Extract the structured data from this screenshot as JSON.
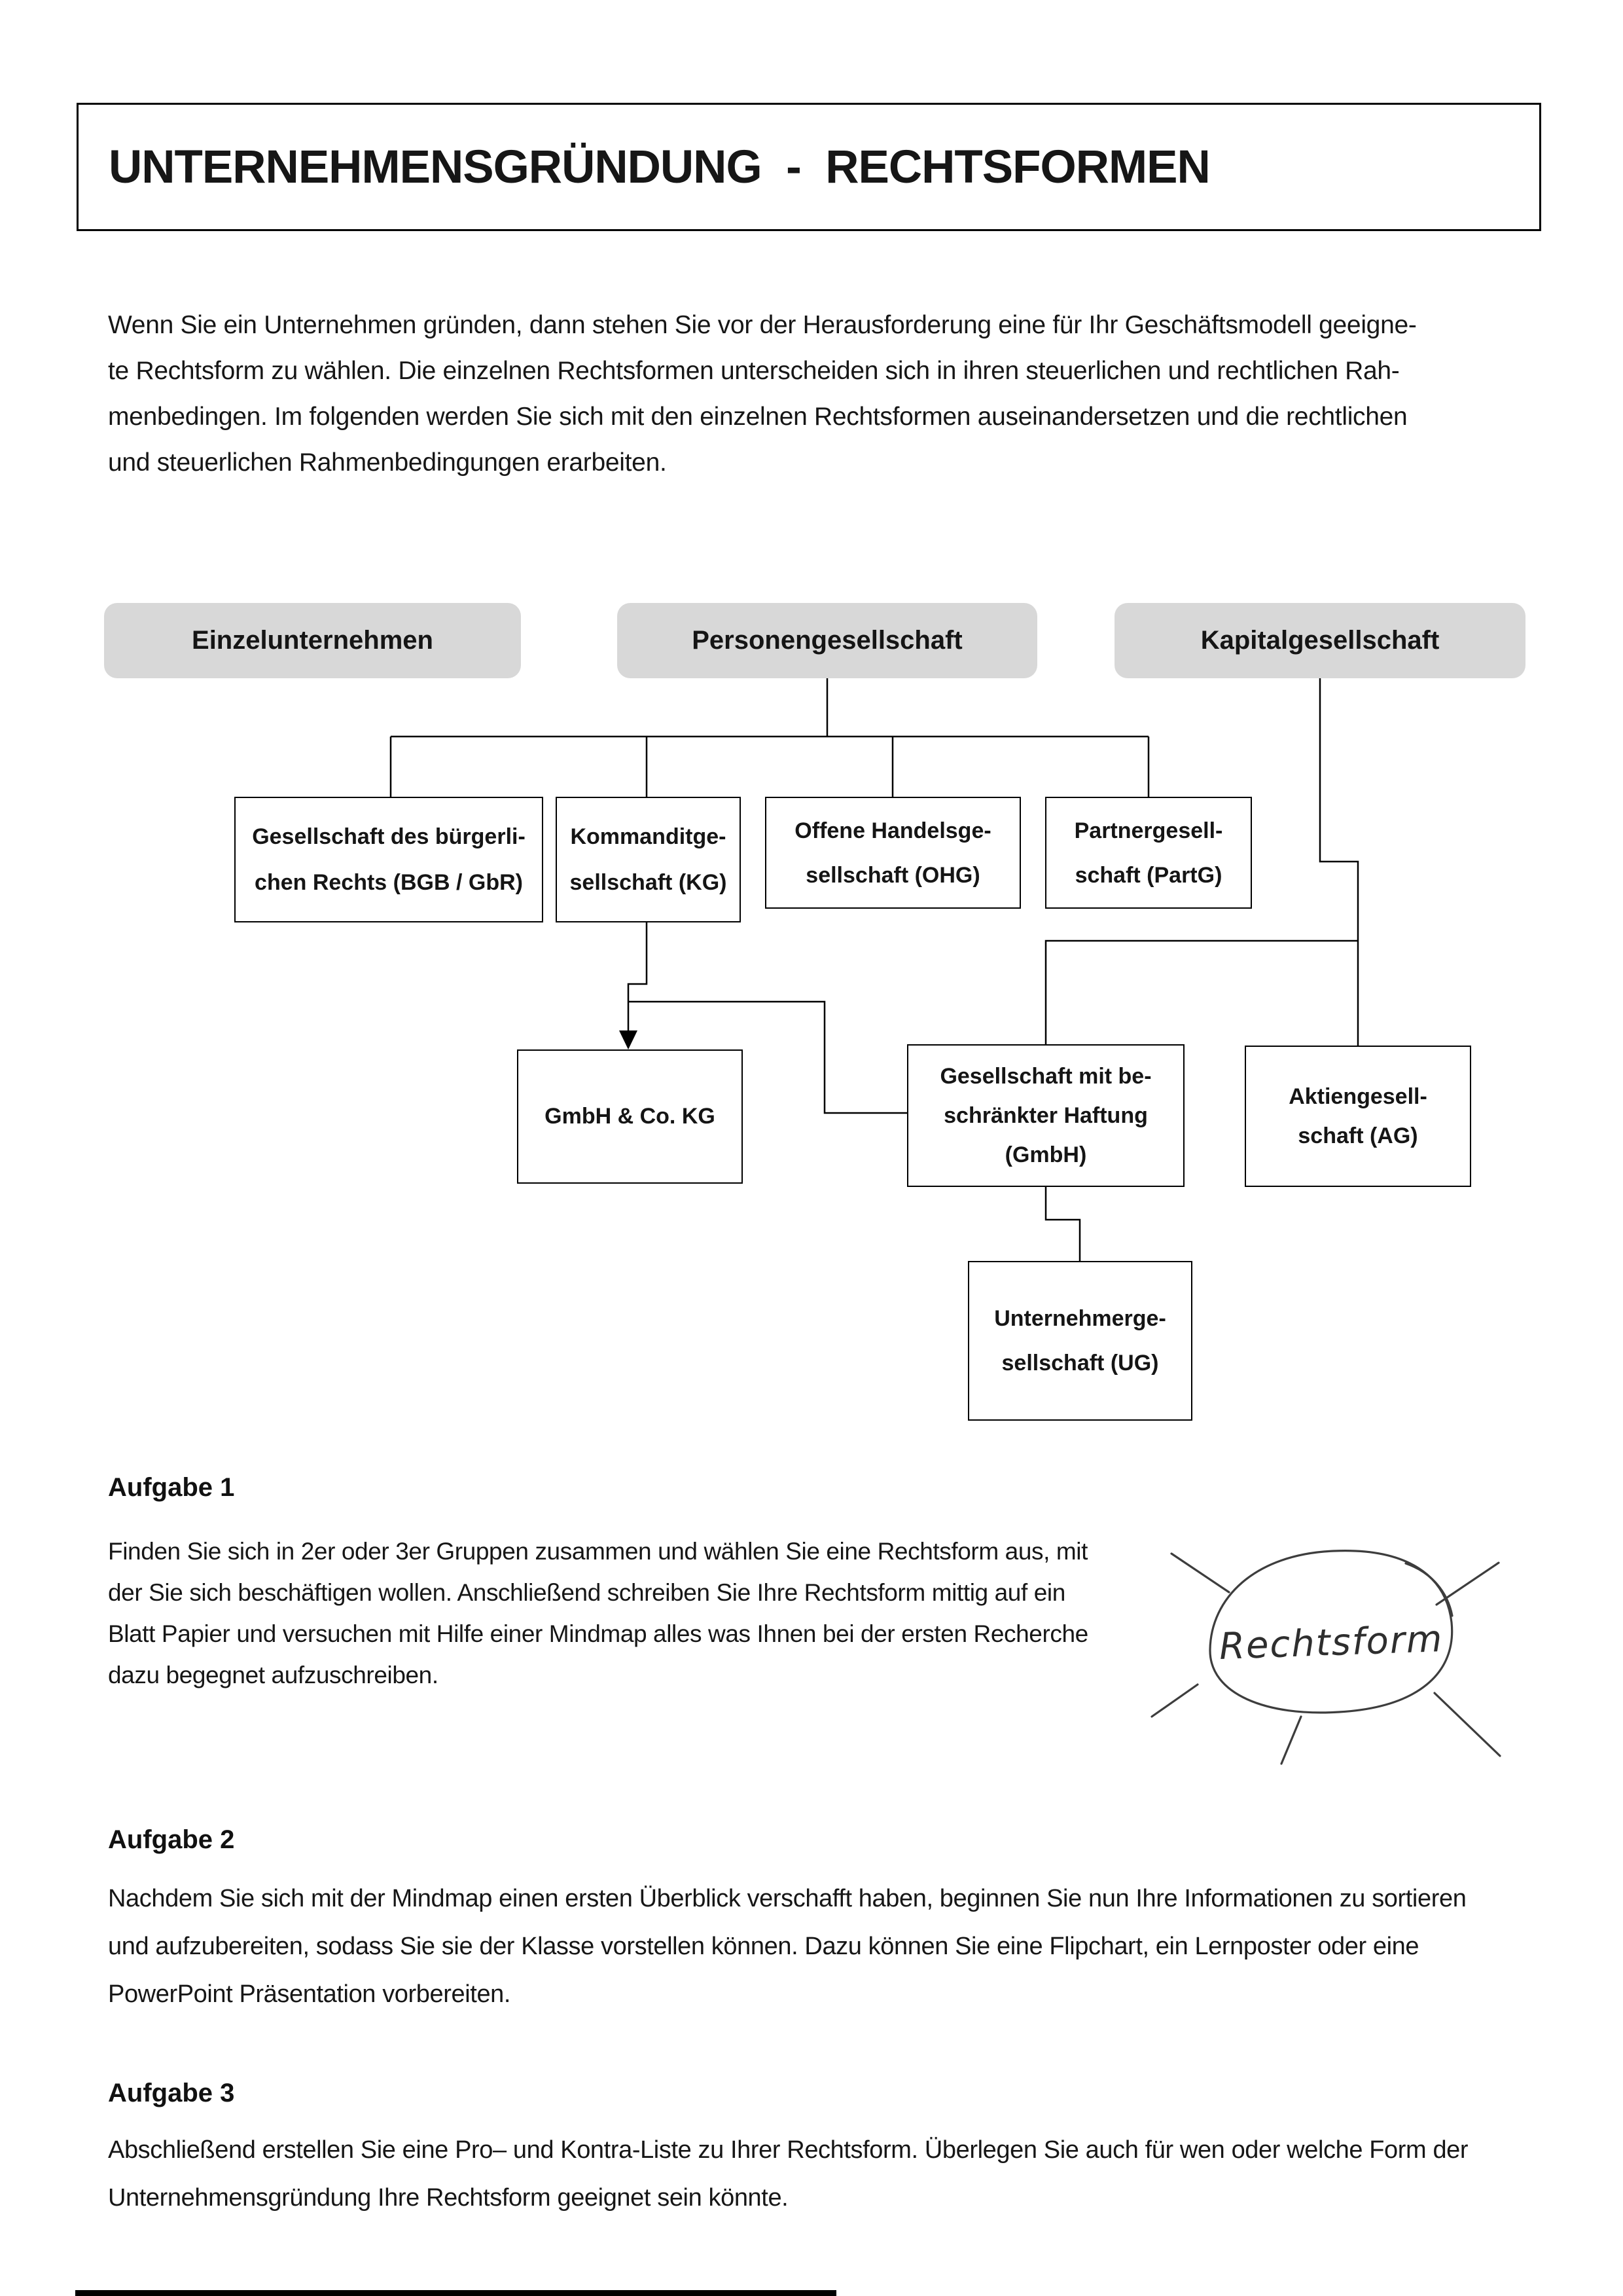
{
  "document": {
    "title": "UNTERNEHMENSGRÜNDUNG  -  RECHTSFORMEN",
    "intro": "Wenn Sie ein Unternehmen gründen, dann stehen Sie vor der Herausforderung eine für Ihr Geschäftsmodell geeigne-\nte Rechtsform zu wählen. Die einzelnen Rechtsformen unterscheiden sich in ihren steuerlichen und rechtlichen Rah-\nmenbedingen. Im folgenden werden Sie sich mit den einzelnen Rechtsformen auseinandersetzen und die rechtlichen\nund steuerlichen Rahmenbedingungen erarbeiten."
  },
  "diagram": {
    "categories": [
      {
        "label": "Einzelunternehmen"
      },
      {
        "label": "Personengesellschaft"
      },
      {
        "label": "Kapitalgesellschaft"
      }
    ],
    "forms": {
      "gbr": "Gesellschaft des bürgerli-\nchen Rechts (BGB / GbR)",
      "kg": "Kommanditge-\nsellschaft (KG)",
      "ohg": "Offene Handelsge-\nsellschaft (OHG)",
      "partg": "Partnergesell-\nschaft (PartG)",
      "gmbh_co_kg": "GmbH & Co. KG",
      "gmbh": "Gesellschaft mit be-\nschränkter Haftung\n(GmbH)",
      "ag": "Aktiengesell-\nschaft (AG)",
      "ug": "Unternehmerge-\nsellschaft (UG)"
    }
  },
  "tasks": [
    {
      "heading": "Aufgabe 1",
      "body": "Finden Sie sich in 2er oder 3er Gruppen zusammen und wählen Sie eine Rechtsform aus, mit\nder Sie sich beschäftigen wollen. Anschließend schreiben Sie Ihre Rechtsform mittig auf ein\nBlatt Papier und versuchen mit Hilfe einer Mindmap alles was Ihnen bei der ersten Recherche\ndazu begegnet aufzuschreiben."
    },
    {
      "heading": "Aufgabe 2",
      "body": "Nachdem Sie sich mit der Mindmap einen ersten Überblick verschafft haben, beginnen Sie nun Ihre Informationen zu sortieren\nund aufzubereiten, sodass Sie sie der Klasse vorstellen können. Dazu können Sie eine Flipchart, ein Lernposter oder eine\nPowerPoint Präsentation vorbereiten."
    },
    {
      "heading": "Aufgabe 3",
      "body": "Abschließend erstellen Sie eine Pro– und Kontra-Liste zu Ihrer Rechtsform. Überlegen Sie auch für wen oder welche Form der\nUnternehmensgründung Ihre Rechtsform geeignet sein könnte."
    }
  ],
  "sketch": {
    "label": "Rechtsform"
  },
  "colors": {
    "category_fill": "#d8d8d8",
    "connector": "#000000",
    "sketch_stroke": "#3d3d3d"
  }
}
